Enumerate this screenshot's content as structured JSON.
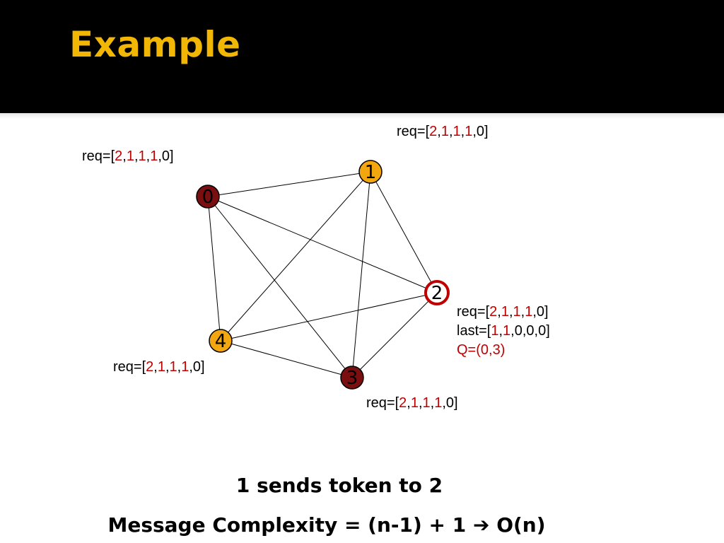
{
  "slide": {
    "title": "Example"
  },
  "nodes": [
    {
      "id": "0",
      "label": "0",
      "fill": "#7b0e0e",
      "ring": "#000000"
    },
    {
      "id": "1",
      "label": "1",
      "fill": "#f2a60f",
      "ring": "#000000"
    },
    {
      "id": "2",
      "label": "2",
      "fill": "#ffffff",
      "ring": "#c00000"
    },
    {
      "id": "3",
      "label": "3",
      "fill": "#7b0e0e",
      "ring": "#000000"
    },
    {
      "id": "4",
      "label": "4",
      "fill": "#f2a60f",
      "ring": "#000000"
    }
  ],
  "edges": [
    [
      "0",
      "1"
    ],
    [
      "0",
      "2"
    ],
    [
      "0",
      "3"
    ],
    [
      "0",
      "4"
    ],
    [
      "1",
      "2"
    ],
    [
      "1",
      "3"
    ],
    [
      "1",
      "4"
    ],
    [
      "2",
      "3"
    ],
    [
      "2",
      "4"
    ],
    [
      "3",
      "4"
    ]
  ],
  "annotations": {
    "n0_req": {
      "prefix": "req=[",
      "a": "2",
      "c1": ",",
      "b": "1",
      "c2": ",",
      "c": "1",
      "c3": ",",
      "d": "1",
      "tail": ",0]"
    },
    "n1_req": {
      "prefix": "req=[",
      "a": "2",
      "c1": ",",
      "b": "1",
      "c2": ",",
      "c": "1",
      "c3": ",",
      "d": "1",
      "tail": ",0]"
    },
    "n2_req": {
      "prefix": "req=[",
      "a": "2",
      "c1": ",",
      "b": "1",
      "c2": ",",
      "c": "1",
      "c3": ",",
      "d": "1",
      "tail": ",0]"
    },
    "n2_last": {
      "prefix": "last=[",
      "a": "1",
      "c1": ",",
      "b": "1",
      "tail": ",0,0,0]"
    },
    "n2_queue": "Q=(0,3)",
    "n3_req": {
      "prefix": "req=[",
      "a": "2",
      "c1": ",",
      "b": "1",
      "c2": ",",
      "c": "1",
      "c3": ",",
      "d": "1",
      "tail": ",0]"
    },
    "n4_req": {
      "prefix": "req=[",
      "a": "2",
      "c1": ",",
      "b": "1",
      "c2": ",",
      "c": "1",
      "c3": ",",
      "d": "1",
      "tail": ",0]"
    }
  },
  "captions": {
    "line1": "1 sends token to 2",
    "line2": "Message Complexity = (n-1) + 1 ➔ O(n)"
  }
}
